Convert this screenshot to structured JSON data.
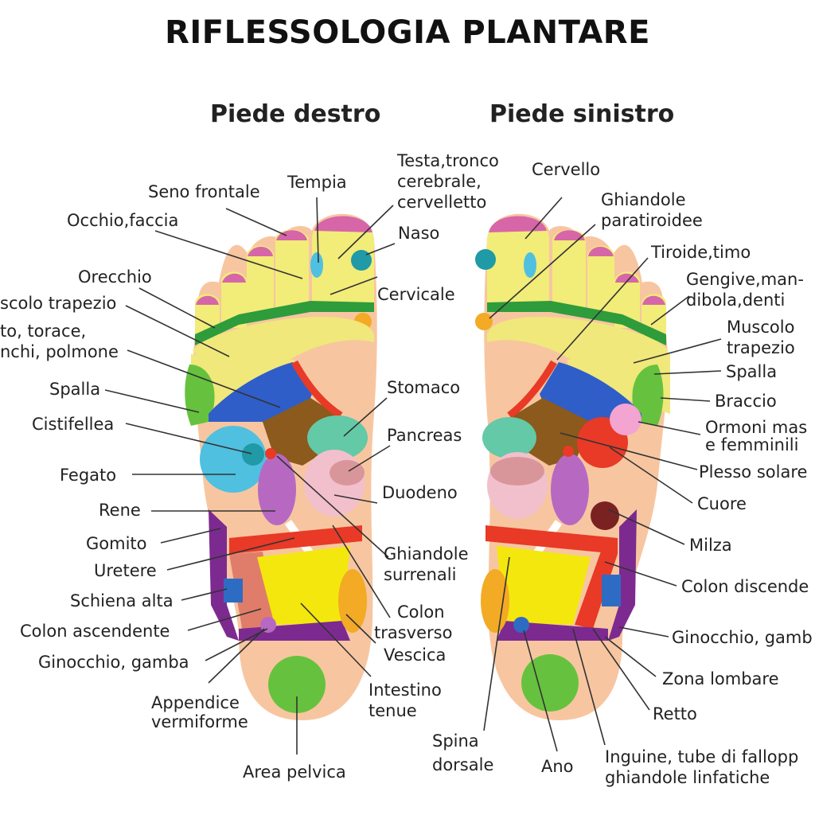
{
  "title": "RIFLESSOLOGIA PLANTARE",
  "right_foot": {
    "heading": "Piede destro",
    "labels": [
      [
        "Tempia"
      ],
      [
        "Seno frontale"
      ],
      [
        "Occhio,faccia"
      ],
      [
        "Testa,tronco",
        "cerebrale,",
        "cervelletto"
      ],
      [
        "Naso"
      ],
      [
        "Cervicale"
      ],
      [
        "Orecchio"
      ],
      [
        "scolo trapezio"
      ],
      [
        "to, torace,",
        "nchi, polmone"
      ],
      [
        "Spalla"
      ],
      [
        "Cistifellea"
      ],
      [
        "Fegato"
      ],
      [
        "Stomaco"
      ],
      [
        "Pancreas"
      ],
      [
        "Duodeno"
      ],
      [
        "Rene"
      ],
      [
        "Gomito"
      ],
      [
        "Uretere"
      ],
      [
        "Schiena alta"
      ],
      [
        "Colon ascendente"
      ],
      [
        "Ginocchio, gamba"
      ],
      [
        "Appendice",
        "vermiforme"
      ],
      [
        "Area pelvica"
      ],
      [
        "Ghiandole",
        "surrenali"
      ],
      [
        "Colon",
        "trasverso"
      ],
      [
        "Vescica"
      ],
      [
        "Intestino",
        "tenue"
      ]
    ]
  },
  "left_foot": {
    "heading": "Piede sinistro",
    "labels": [
      [
        "Cervello"
      ],
      [
        "Ghiandole",
        "paratiroidee"
      ],
      [
        "Tiroide,timo"
      ],
      [
        "Gengive,man-",
        "dibola,denti"
      ],
      [
        "Muscolo",
        "trapezio"
      ],
      [
        "Spalla"
      ],
      [
        "Braccio"
      ],
      [
        "Ormoni mas",
        "e femminili"
      ],
      [
        "Plesso solare"
      ],
      [
        "Cuore"
      ],
      [
        "Milza"
      ],
      [
        "Colon discende"
      ],
      [
        "Ginocchio, gamb"
      ],
      [
        "Zona lombare"
      ],
      [
        "Retto"
      ],
      [
        "Spina",
        "dorsale"
      ],
      [
        "Ano"
      ],
      [
        "Inguine, tube di fallopp",
        "ghiandole linfatiche"
      ]
    ]
  },
  "colors": {
    "skin": "#f7c6a0",
    "toe_yellow": "#f2ec79",
    "toe_tip": "#d766a8",
    "lung_yellow": "#f0e87a",
    "blue": "#2f5ec9",
    "brown": "#8b5a1c",
    "teal": "#63c9a7",
    "cyan": "#4fc0e0",
    "purple": "#b769c2",
    "pink": "#f2c0cc",
    "green": "#66c23e",
    "dark_green": "#1f8a3a",
    "red": "#e83a26",
    "yellow": "#f4e70e",
    "orange": "#f3aa24",
    "dark_purple": "#7d2a90",
    "maroon": "#7a2222"
  }
}
